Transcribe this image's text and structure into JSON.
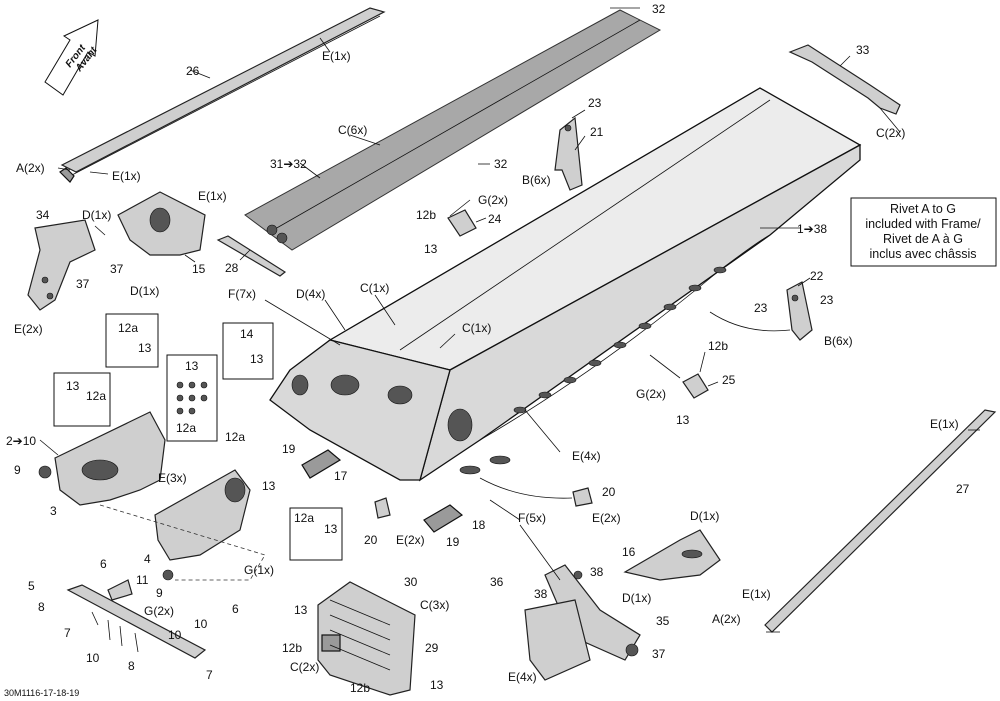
{
  "drawing_code": "30M1116-17-18-19",
  "direction_arrow": {
    "line1": "Front",
    "line2": "Avant"
  },
  "note": {
    "line1": "Rivet A to G",
    "line2": "included with Frame/",
    "line3": "Rivet de A à G",
    "line4": "inclus avec châssis"
  },
  "labels": {
    "l32a": "32",
    "l32b": "32",
    "l31_32": "31➔32",
    "lC6x": "C(6x)",
    "l26": "26",
    "lE1x_top": "E(1x)",
    "lA2x_left": "A(2x)",
    "lE1x_left": "E(1x)",
    "l33": "33",
    "lC2x_right": "C(2x)",
    "l23a": "23",
    "l21": "21",
    "lB6x_a": "B(6x)",
    "l12b_a": "12b",
    "lG2x_a": "G(2x)",
    "l24": "24",
    "l13_a": "13",
    "l1_38": "1➔38",
    "l34": "34",
    "lD1x_a": "D(1x)",
    "l37_a": "37",
    "l37_b": "37",
    "lE2x_a": "E(2x)",
    "lE1x_15": "E(1x)",
    "l15": "15",
    "lD1x_b": "D(1x)",
    "l28": "28",
    "lF7x": "F(7x)",
    "lD4x": "D(4x)",
    "lC1x_a": "C(1x)",
    "lC1x_b": "C(1x)",
    "l22": "22",
    "l23b": "23",
    "l23c": "23",
    "lB6x_b": "B(6x)",
    "l12b_b": "12b",
    "l25": "25",
    "lG2x_b": "G(2x)",
    "l13_b": "13",
    "l12a_a": "12a",
    "l13_c": "13",
    "l14": "14",
    "l13_d": "13",
    "l13_e": "13",
    "l12a_b": "12a",
    "l13_f": "13",
    "l12a_c": "12a",
    "l2_10": "2➔10",
    "l9_a": "9",
    "l3": "3",
    "l12a_d": "12a",
    "lE3x": "E(3x)",
    "l13_g": "13",
    "l19_a": "19",
    "l17": "17",
    "lE4x_a": "E(4x)",
    "l20_a": "20",
    "lE2x_b": "E(2x)",
    "lF5x": "F(5x)",
    "lE1x_27": "E(1x)",
    "l27": "27",
    "l12a_e": "12a",
    "l13_h": "13",
    "l4": "4",
    "l6_a": "6",
    "lG1x": "G(1x)",
    "l20_b": "20",
    "lE2x_c": "E(2x)",
    "l19_b": "19",
    "l18": "18",
    "lD1x_c": "D(1x)",
    "l16": "16",
    "lD1x_d": "D(1x)",
    "l5": "5",
    "l11": "11",
    "l9_b": "9",
    "lG2x_c": "G(2x)",
    "l6_b": "6",
    "l8_a": "8",
    "l7_a": "7",
    "l10_a": "10",
    "l10_b": "10",
    "l10_c": "10",
    "l8_b": "8",
    "l7_b": "7",
    "l30": "30",
    "l13_i": "13",
    "lC3x": "C(3x)",
    "l29": "29",
    "l12b_c": "12b",
    "lC2x_b": "C(2x)",
    "l12b_d": "12b",
    "l13_j": "13",
    "l36": "36",
    "l38_a": "38",
    "l38_b": "38",
    "l35": "35",
    "l37_c": "37",
    "lE4x_b": "E(4x)",
    "lE1x_b": "E(1x)",
    "lA2x_b": "A(2x)"
  }
}
